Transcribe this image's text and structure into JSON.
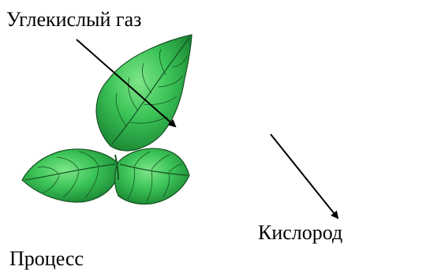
{
  "labels": {
    "co2": "Углекислый газ",
    "oxygen": "Кислород",
    "process": "Процесс"
  },
  "colors": {
    "leaf_light": "#5fd66a",
    "leaf_mid": "#2fb24a",
    "leaf_dark": "#1a7a2e",
    "vein": "#145222",
    "arrow": "#000000"
  }
}
